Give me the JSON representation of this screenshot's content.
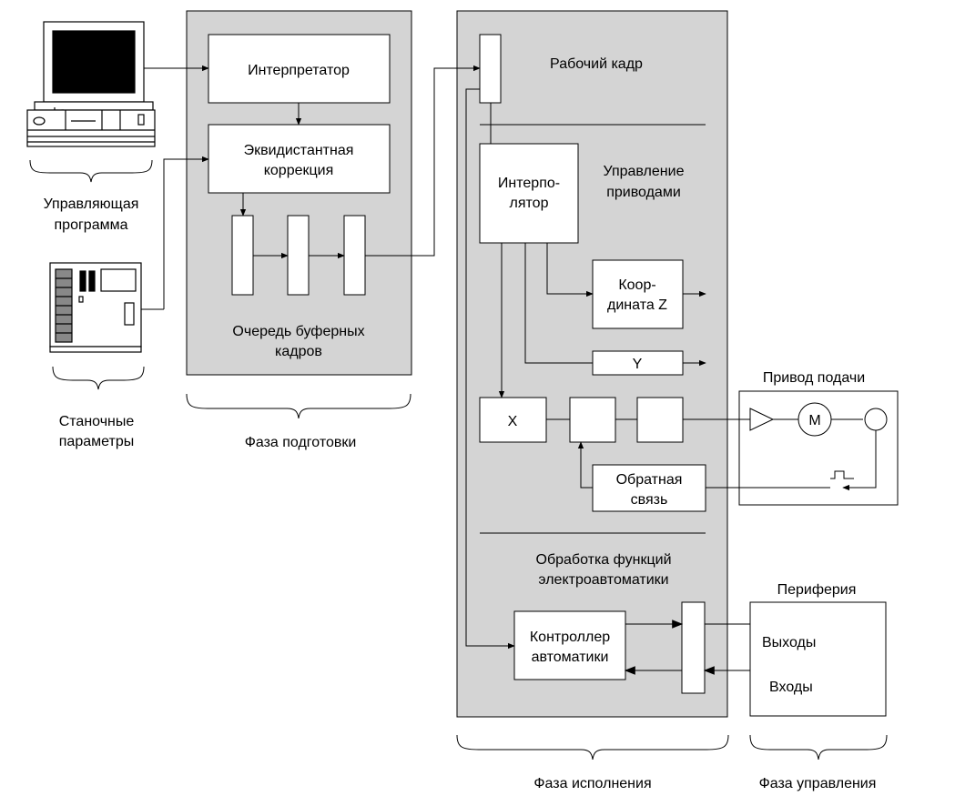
{
  "colors": {
    "panel": "#d4d4d4",
    "line": "#000000",
    "box": "#ffffff"
  },
  "icons": [
    "computer-icon",
    "machine-controller-icon",
    "motor-icon",
    "encoder-icon",
    "amplifier-icon",
    "pulse-signal-icon"
  ],
  "diagram": {
    "sources": {
      "control_program": [
        "Управляющая",
        "программа"
      ],
      "machine_params": [
        "Станочные",
        "параметры"
      ]
    },
    "prep": {
      "interpreter": "Интерпретатор",
      "equidistant": [
        "Эквидистантная",
        "коррекция"
      ],
      "buffer_queue": [
        "Очередь буферных",
        "кадров"
      ],
      "phase": "Фаза подготовки"
    },
    "exec": {
      "working_frame": "Рабочий кадр",
      "interpolator": [
        "Интерпо-",
        "лятор"
      ],
      "drive_control": [
        "Управление",
        "приводами"
      ],
      "coord_z": [
        "Коор-",
        "дината Z"
      ],
      "coord_y": "Y",
      "coord_x": "X",
      "feedback": [
        "Обратная",
        "связь"
      ],
      "automation": [
        "Обработка функций",
        "электроавтоматики"
      ],
      "plc": [
        "Контроллер",
        "автоматики"
      ],
      "phase": "Фаза исполнения"
    },
    "feed_drive": {
      "title": "Привод подачи",
      "motor": "M"
    },
    "periphery": {
      "title": "Периферия",
      "outputs": "Выходы",
      "inputs": "Входы",
      "phase": "Фаза управления"
    }
  }
}
